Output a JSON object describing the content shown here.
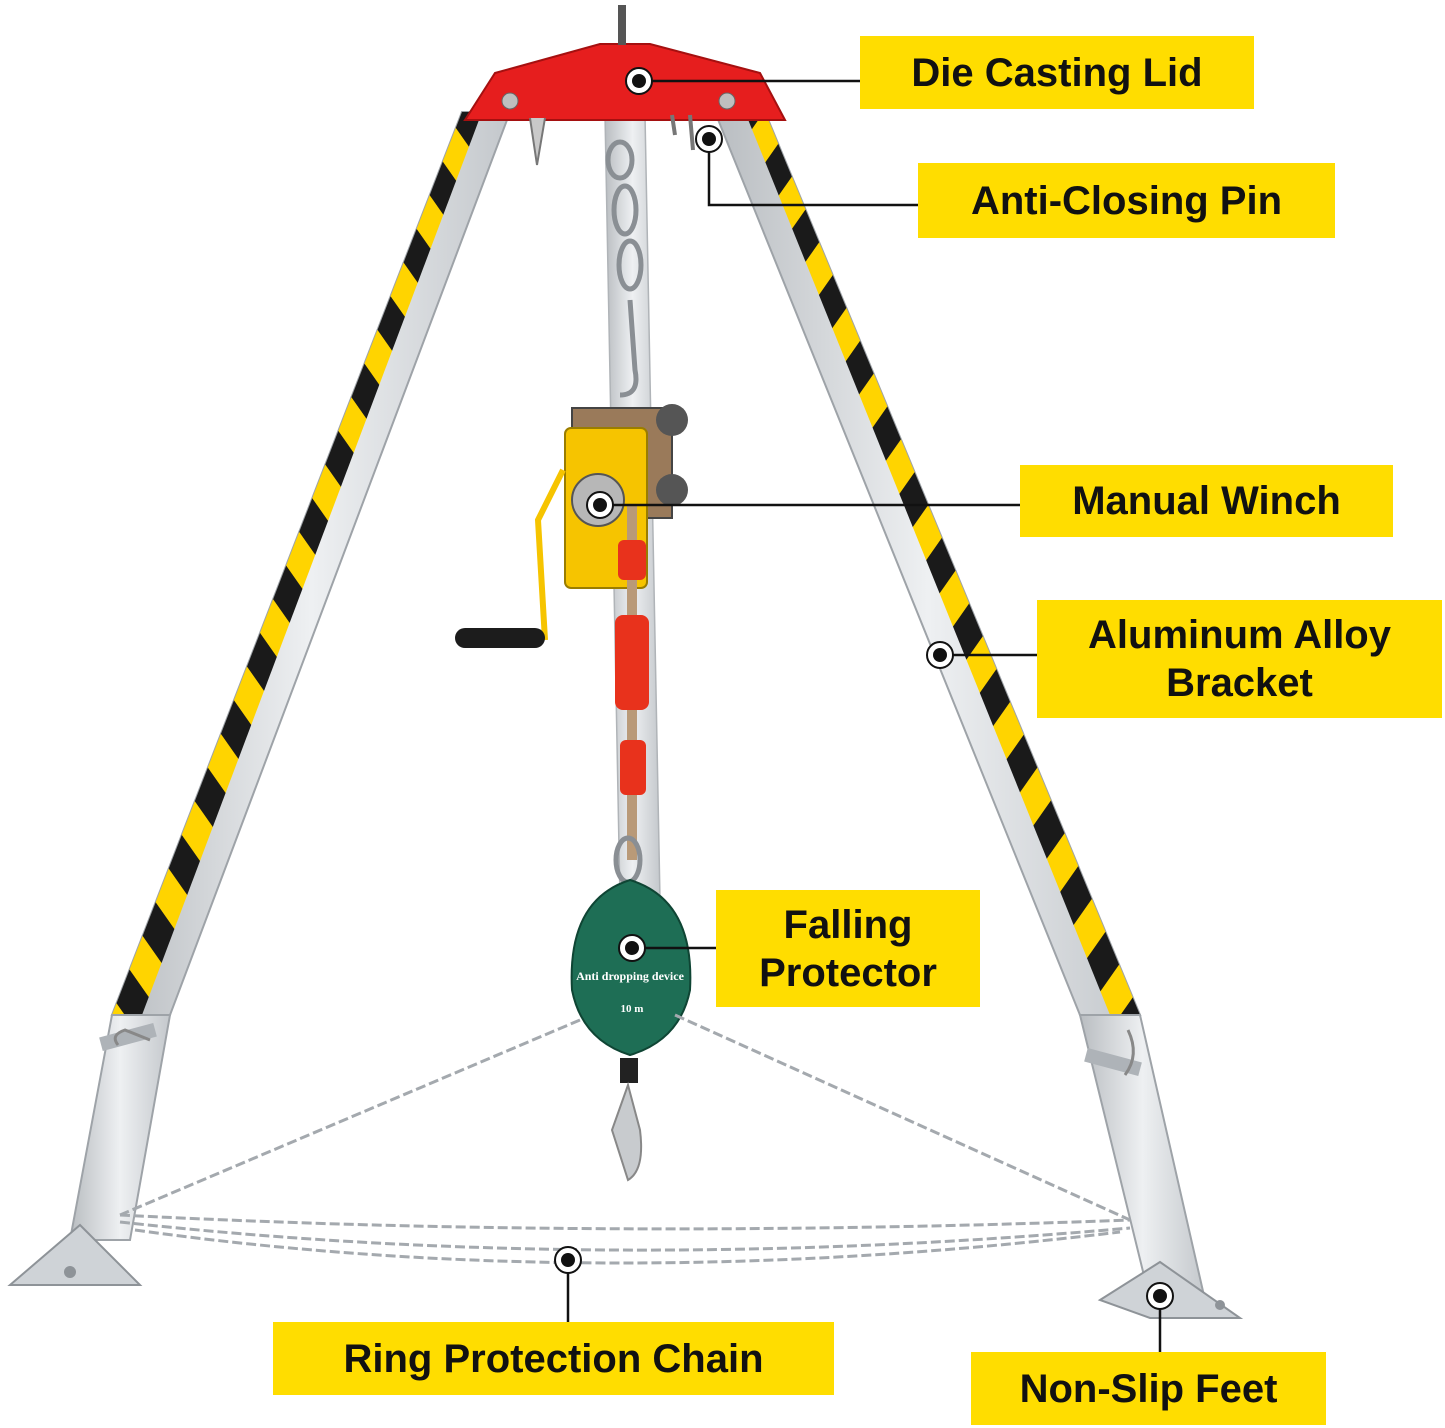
{
  "colors": {
    "label_bg": "#ffdd00",
    "lid_red": "#e61e1e",
    "leg_silver": "#d9dcdf",
    "stripe_yellow": "#ffd400",
    "stripe_black": "#1a1a1a",
    "winch_yellow": "#f6c400",
    "protector_green": "#1e6e55",
    "strap_red": "#e8321c"
  },
  "labels": {
    "die_casting_lid": "Die Casting Lid",
    "anti_closing_pin": "Anti-Closing Pin",
    "manual_winch": "Manual Winch",
    "aluminum_alloy_bracket": [
      "Aluminum Alloy",
      "Bracket"
    ],
    "falling_protector": [
      "Falling",
      "Protector"
    ],
    "ring_protection_chain": "Ring Protection Chain",
    "non_slip_feet": "Non-Slip Feet"
  },
  "device_text": {
    "name": "Anti dropping device",
    "length": "10 m"
  }
}
